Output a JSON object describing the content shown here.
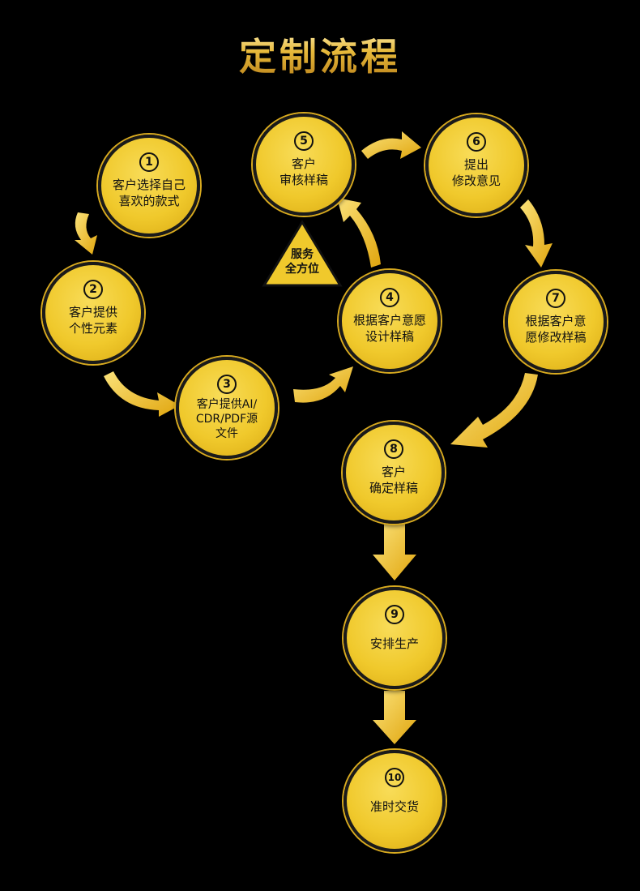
{
  "title": "定制流程",
  "badge": "服务\n全方位",
  "colors": {
    "background": "#000000",
    "accent": "#f0c92c",
    "arrow": "#f2c21f",
    "title": "#e7b93a"
  },
  "steps": [
    {
      "num": "1",
      "label": "客户选择自己\n喜欢的款式"
    },
    {
      "num": "2",
      "label": "客户提供\n个性元素"
    },
    {
      "num": "3",
      "label": "客户提供AI/\nCDR/PDF源\n文件"
    },
    {
      "num": "4",
      "label": "根据客户意愿\n设计样稿"
    },
    {
      "num": "5",
      "label": "客户\n审核样稿"
    },
    {
      "num": "6",
      "label": "提出\n修改意见"
    },
    {
      "num": "7",
      "label": "根据客户意\n愿修改样稿"
    },
    {
      "num": "8",
      "label": "客户\n确定样稿"
    },
    {
      "num": "9",
      "label": "安排生产"
    },
    {
      "num": "10",
      "label": "准时交货"
    }
  ]
}
